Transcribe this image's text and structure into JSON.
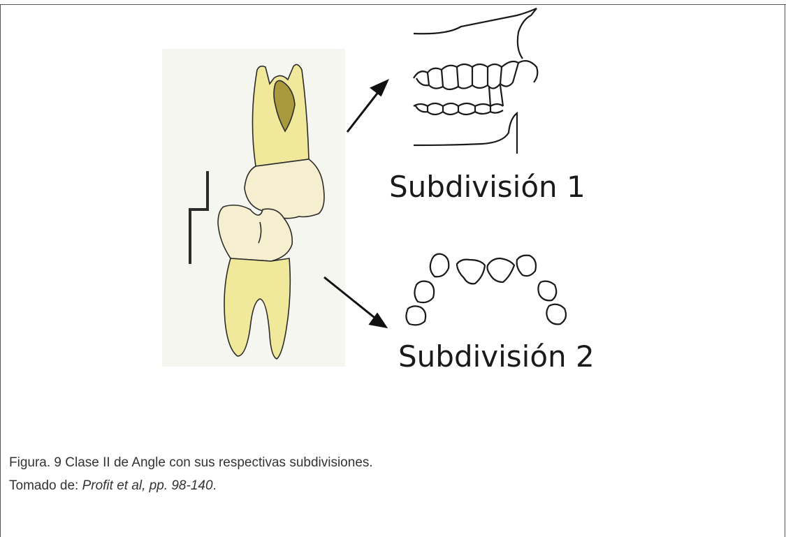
{
  "figure": {
    "subdivision_1_label": "Subdivisión 1",
    "subdivision_2_label": "Subdivisión 2",
    "caption_line1": "Figura. 9 Clase II de Angle con sus respectivas subdivisiones.",
    "caption_line2_prefix": "Tomado de: ",
    "caption_line2_source": "Profit et al, pp. 98-140",
    "caption_line2_suffix": "."
  },
  "colors": {
    "tooth_yellow": "#f0e89a",
    "tooth_crown": "#f6efcf",
    "pulp_olive": "#a89a3c",
    "outline": "#2b2b2b",
    "background_panel": "#f4f6ef"
  }
}
